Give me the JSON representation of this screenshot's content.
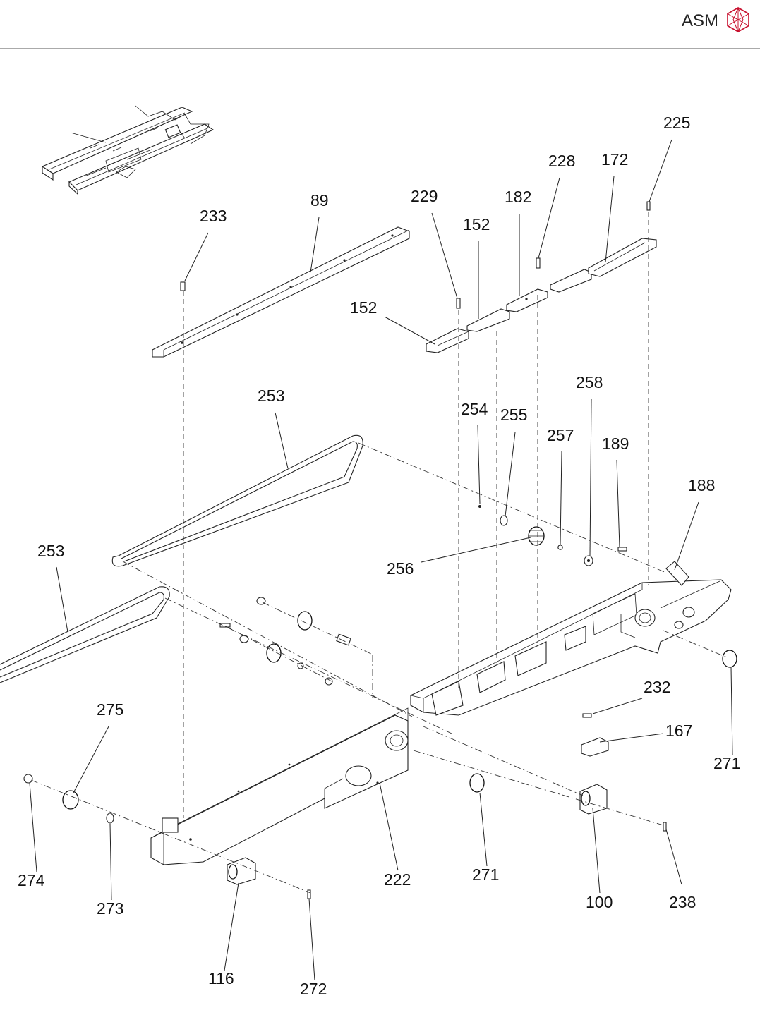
{
  "header": {
    "brand": "ASM",
    "logo_color": "#c8102e"
  },
  "callouts": [
    "225",
    "228",
    "172",
    "229",
    "182",
    "152",
    "89",
    "233",
    "152",
    "258",
    "253",
    "254",
    "255",
    "257",
    "189",
    "188",
    "256",
    "253",
    "232",
    "167",
    "275",
    "271",
    "274",
    "222",
    "271",
    "100",
    "238",
    "273",
    "116",
    "272"
  ]
}
